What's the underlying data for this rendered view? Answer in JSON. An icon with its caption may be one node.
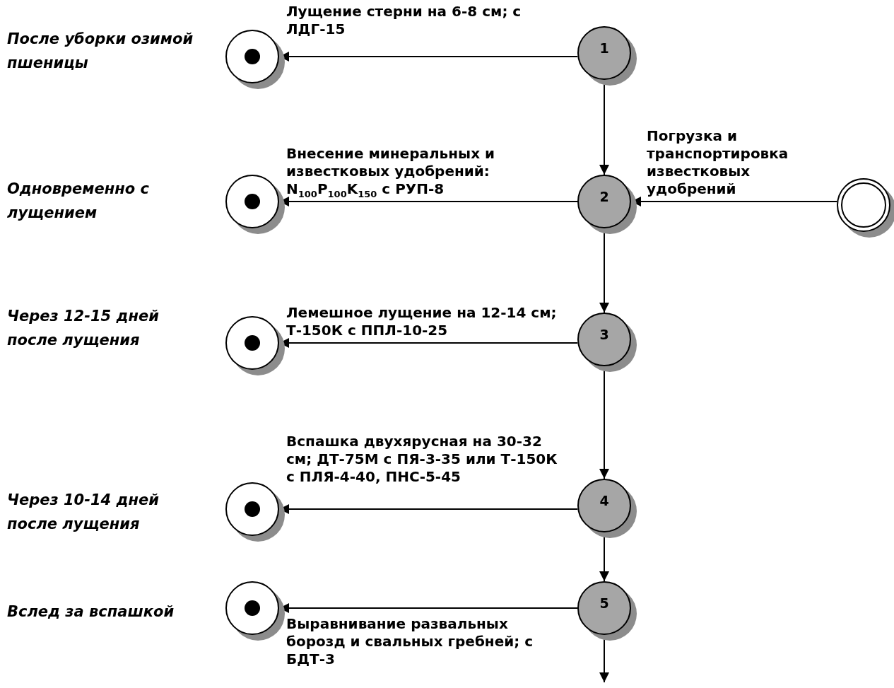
{
  "diagram": {
    "nodes": [
      {
        "text": [],
        "shape": "circle"
      },
      {
        "text": [
          "1"
        ]
      },
      {
        "text": [],
        "shape": "circle"
      },
      {
        "text": [
          "2"
        ]
      },
      {
        "text": [],
        "shape": "circle"
      },
      {
        "text": [],
        "shape": "circle"
      },
      {
        "text": [
          "3"
        ]
      },
      {
        "text": [],
        "shape": "circle"
      },
      {
        "text": [
          "4"
        ]
      },
      {
        "text": [],
        "shape": "circle"
      },
      {
        "text": [
          "5"
        ]
      }
    ],
    "edges": [
      {
        "from": 1,
        "to": 0,
        "arrow": "to",
        "label": "Лущение стерни на 6-8 см; с ЛДГ-15"
      },
      {
        "from": 1,
        "to": 3,
        "arrow": "to"
      },
      {
        "from": 4,
        "to": 3,
        "arrow": "to",
        "label": "Погрузка и транспортировка известковых удобрений"
      },
      {
        "from": 3,
        "to": 2,
        "arrow": "to",
        "label": "Внесение минеральных и известковых удобрений: N$_{100}$P$_{100}$K$_{150}$ с РУП-8"
      },
      {
        "from": 3,
        "to": 6,
        "arrow": "to"
      },
      {
        "from": 6,
        "to": 5,
        "arrow": "to",
        "label": "Лемешное лущение на 12-14 см; Т-150К с ППЛ-10-25"
      },
      {
        "from": 6,
        "to": 8,
        "arrow": "to"
      },
      {
        "from": 8,
        "to": 7,
        "arrow": "to",
        "label": "Вспашка двухярусная на 30-32 см; ДТ-75М с ПЯ-3-35 или Т-150К с ПЛЯ-4-40, ПНС-5-45"
      },
      {
        "from": 8,
        "to": 10,
        "arrow": "to"
      },
      {
        "from": 10,
        "to": 9,
        "arrow": "to",
        "label": "Выравнивание развальных борозд и свальных гребней; с БДТ-3"
      },
      {
        "from": 10,
        "to": null,
        "arrow": "to"
      }
    ],
    "labels": [
      "После уборки озимой пшеницы",
      "Одновременно с лущением",
      "Через 12-15 дней после лущения",
      "Через 10-14 дней после лущения",
      "Вслед за вспашкой"
    ]
  }
}
